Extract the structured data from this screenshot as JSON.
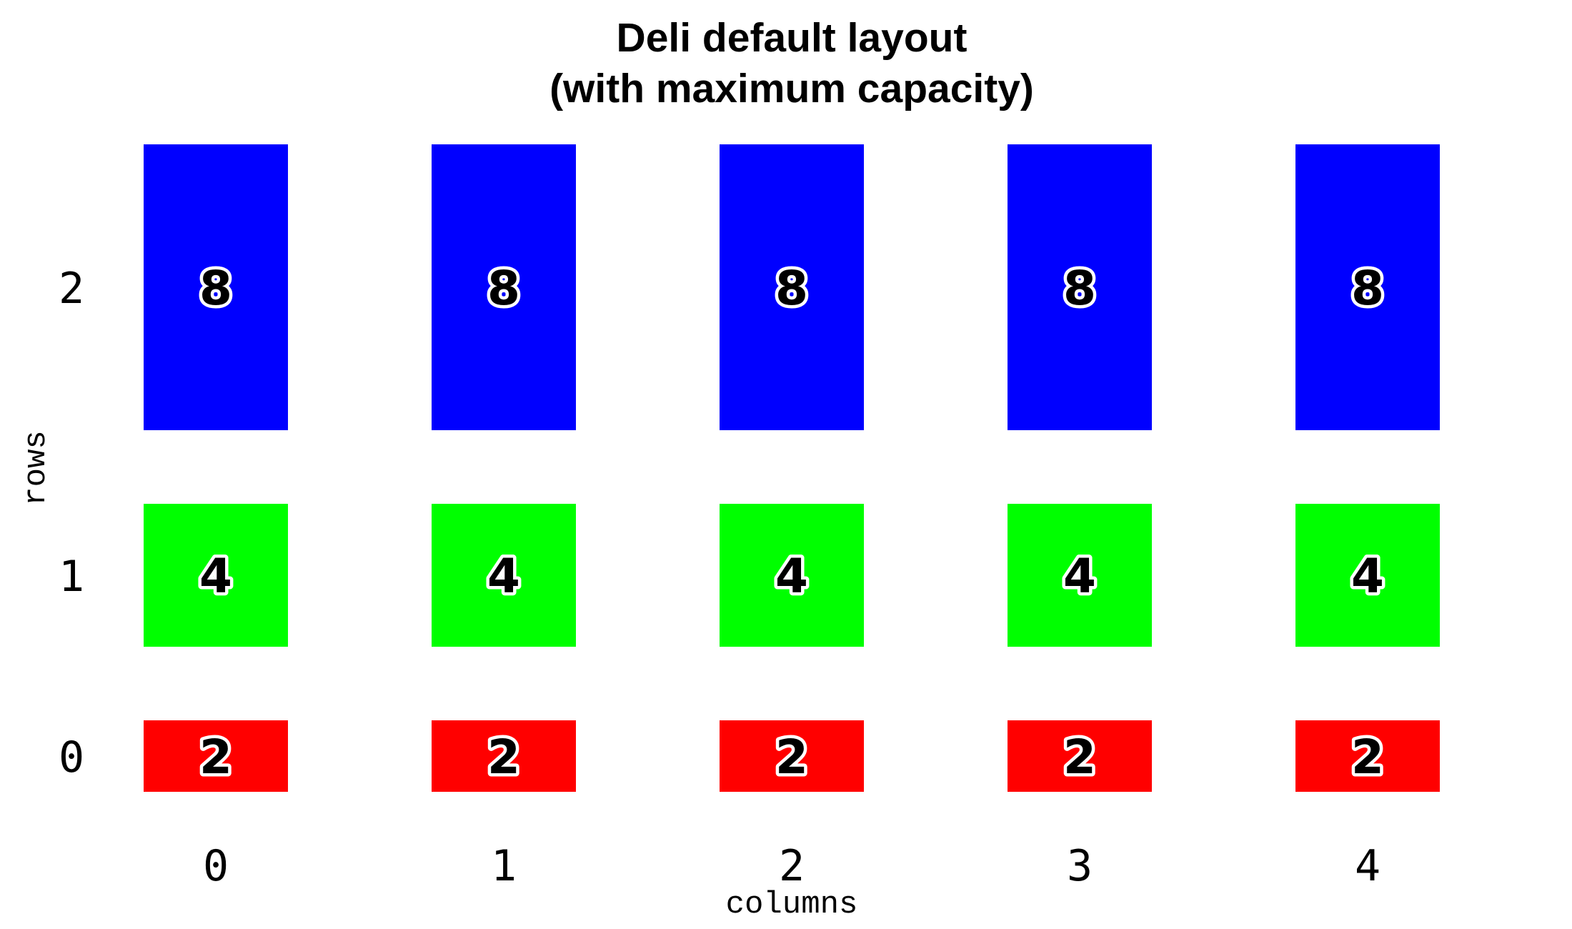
{
  "chart_data": {
    "type": "heatmap",
    "title": "Deli default layout",
    "subtitle": "(with maximum capacity)",
    "xlabel": "columns",
    "ylabel": "rows",
    "columns": [
      0,
      1,
      2,
      3,
      4
    ],
    "rows": [
      0,
      1,
      2
    ],
    "x_tick_labels": [
      "0",
      "1",
      "2",
      "3",
      "4"
    ],
    "y_tick_labels": [
      "0",
      "1",
      "2"
    ],
    "capacity_colors": {
      "2": "#ff0000",
      "4": "#00ff00",
      "8": "#0000ff"
    },
    "cells": [
      {
        "row": 0,
        "col": 0,
        "capacity": 2
      },
      {
        "row": 0,
        "col": 1,
        "capacity": 2
      },
      {
        "row": 0,
        "col": 2,
        "capacity": 2
      },
      {
        "row": 0,
        "col": 3,
        "capacity": 2
      },
      {
        "row": 0,
        "col": 4,
        "capacity": 2
      },
      {
        "row": 1,
        "col": 0,
        "capacity": 4
      },
      {
        "row": 1,
        "col": 1,
        "capacity": 4
      },
      {
        "row": 1,
        "col": 2,
        "capacity": 4
      },
      {
        "row": 1,
        "col": 3,
        "capacity": 4
      },
      {
        "row": 1,
        "col": 4,
        "capacity": 4
      },
      {
        "row": 2,
        "col": 0,
        "capacity": 8
      },
      {
        "row": 2,
        "col": 1,
        "capacity": 8
      },
      {
        "row": 2,
        "col": 2,
        "capacity": 8
      },
      {
        "row": 2,
        "col": 3,
        "capacity": 8
      },
      {
        "row": 2,
        "col": 4,
        "capacity": 8
      }
    ],
    "grid": false,
    "legend": "none"
  }
}
